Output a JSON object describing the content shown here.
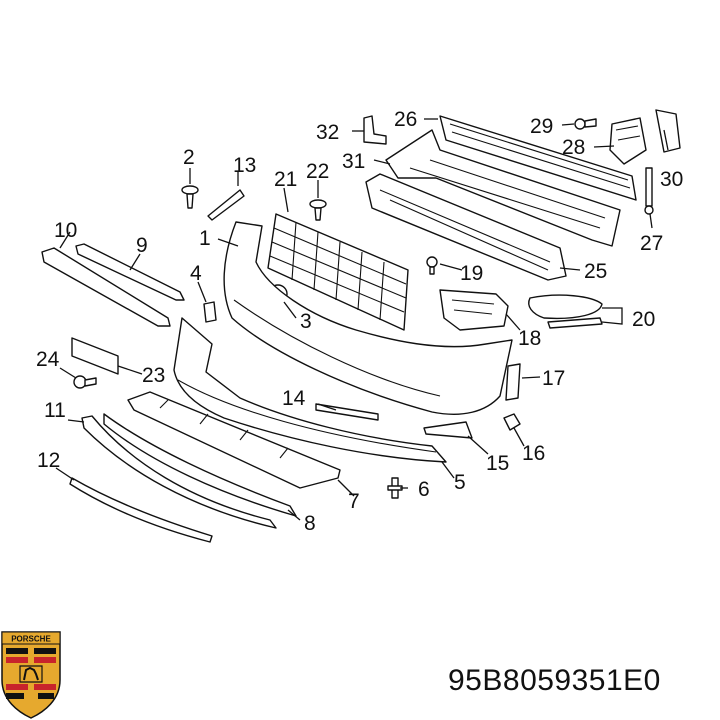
{
  "part_number": "95B8059351E0",
  "brand": {
    "logo_text": "PORSCHE",
    "logo_icon": "porsche-crest-icon",
    "colors": {
      "gold": "#e6a92e",
      "red": "#c8242b",
      "black": "#111111"
    }
  },
  "callouts": {
    "n1": "1",
    "n2": "2",
    "n3": "3",
    "n4": "4",
    "n5": "5",
    "n6": "6",
    "n7": "7",
    "n8": "8",
    "n9": "9",
    "n10": "10",
    "n11": "11",
    "n12": "12",
    "n13": "13",
    "n14": "14",
    "n15": "15",
    "n16": "16",
    "n17": "17",
    "n18": "18",
    "n19": "19",
    "n20": "20",
    "n21": "21",
    "n22": "22",
    "n23": "23",
    "n24": "24",
    "n25": "25",
    "n26": "26",
    "n27": "27",
    "n28": "28",
    "n29": "29",
    "n30": "30",
    "n31": "31",
    "n32": "32"
  }
}
